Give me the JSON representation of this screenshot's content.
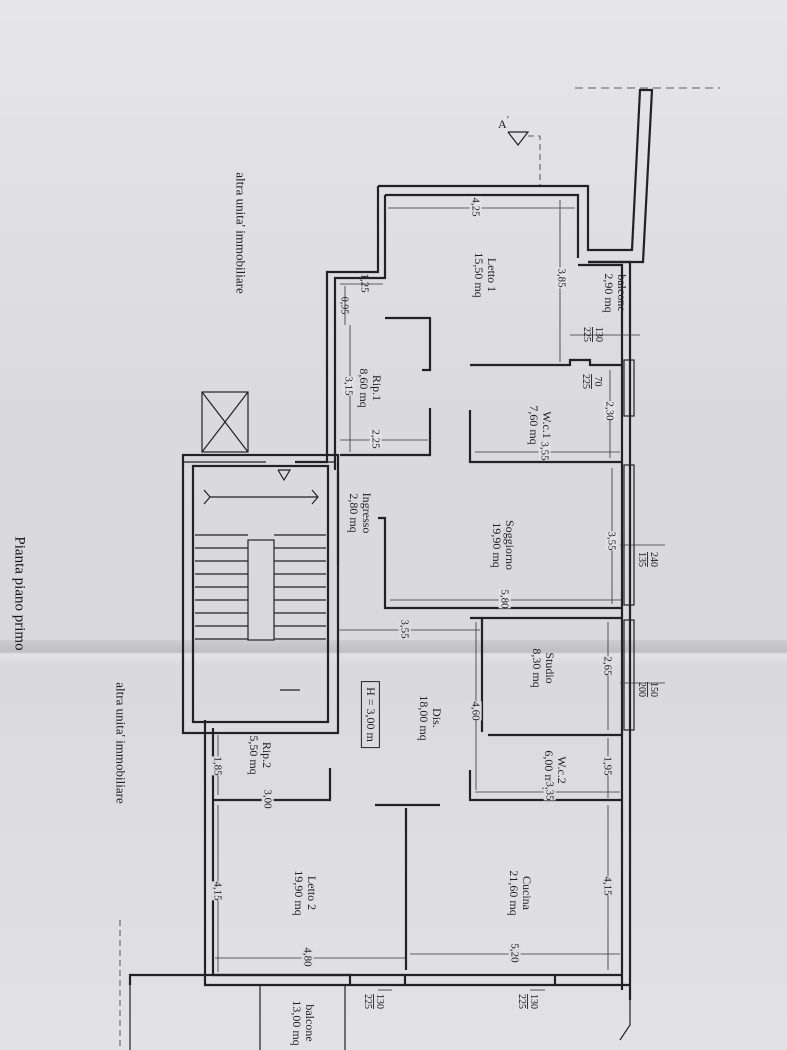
{
  "section_marker": "A",
  "page_title": "Pianta piano primo",
  "neighbors": {
    "top": "altra unita' immobiliare",
    "bottom": "altra unita' immobiliare"
  },
  "height_label": "H = 3,00 m",
  "rooms": {
    "balcone1": {
      "name": "balcone",
      "area": "2,90 mq"
    },
    "letto1": {
      "name": "Letto 1",
      "area": "15,50 mq"
    },
    "rip1": {
      "name": "Rip.1",
      "area": "8,60 mq"
    },
    "wc1": {
      "name": "W.c.1",
      "area": "7,60 mq"
    },
    "ingresso": {
      "name": "Ingresso",
      "area": "2,80 mq"
    },
    "soggiorno": {
      "name": "Soggiorno",
      "area": "19,90 mq"
    },
    "studio": {
      "name": "Studio",
      "area": "8,30 mq"
    },
    "dis": {
      "name": "Dis.",
      "area": "18,00 mq"
    },
    "wc2": {
      "name": "W.c.2",
      "area": "6,00 mq"
    },
    "rip2": {
      "name": "Rip.2",
      "area": "5,50 mq"
    },
    "letto2": {
      "name": "Letto 2",
      "area": "19,90 mq"
    },
    "cucina": {
      "name": "Cucina",
      "area": "21,60 mq"
    },
    "balcone2": {
      "name": "balcone",
      "area": "13,00 mq"
    }
  },
  "dimensions": {
    "d425": "4,25",
    "d385": "3,85",
    "d125": "1,25",
    "d095": "0,95",
    "d315": "3,15",
    "d225": "2,25",
    "d230": "2,30",
    "d355a": "3,55",
    "d355b": "3,55",
    "d580": "5,80",
    "d355c": "3,55",
    "d265": "2,65",
    "d460": "4,60",
    "d195": "1,95",
    "d335": "3,35",
    "d185": "1,85",
    "d300": "3,00",
    "d415a": "4,15",
    "d480": "4,80",
    "d520": "5,20",
    "d415b": "4,15"
  },
  "openings": {
    "o1": {
      "top": "130",
      "bottom": "225"
    },
    "o2": {
      "top": "70",
      "bottom": "225"
    },
    "o3": {
      "top": "240",
      "bottom": "135"
    },
    "o4": {
      "top": "150",
      "bottom": "200"
    },
    "o5": {
      "top": "130",
      "bottom": "225"
    },
    "o6": {
      "top": "130",
      "bottom": "225"
    }
  }
}
